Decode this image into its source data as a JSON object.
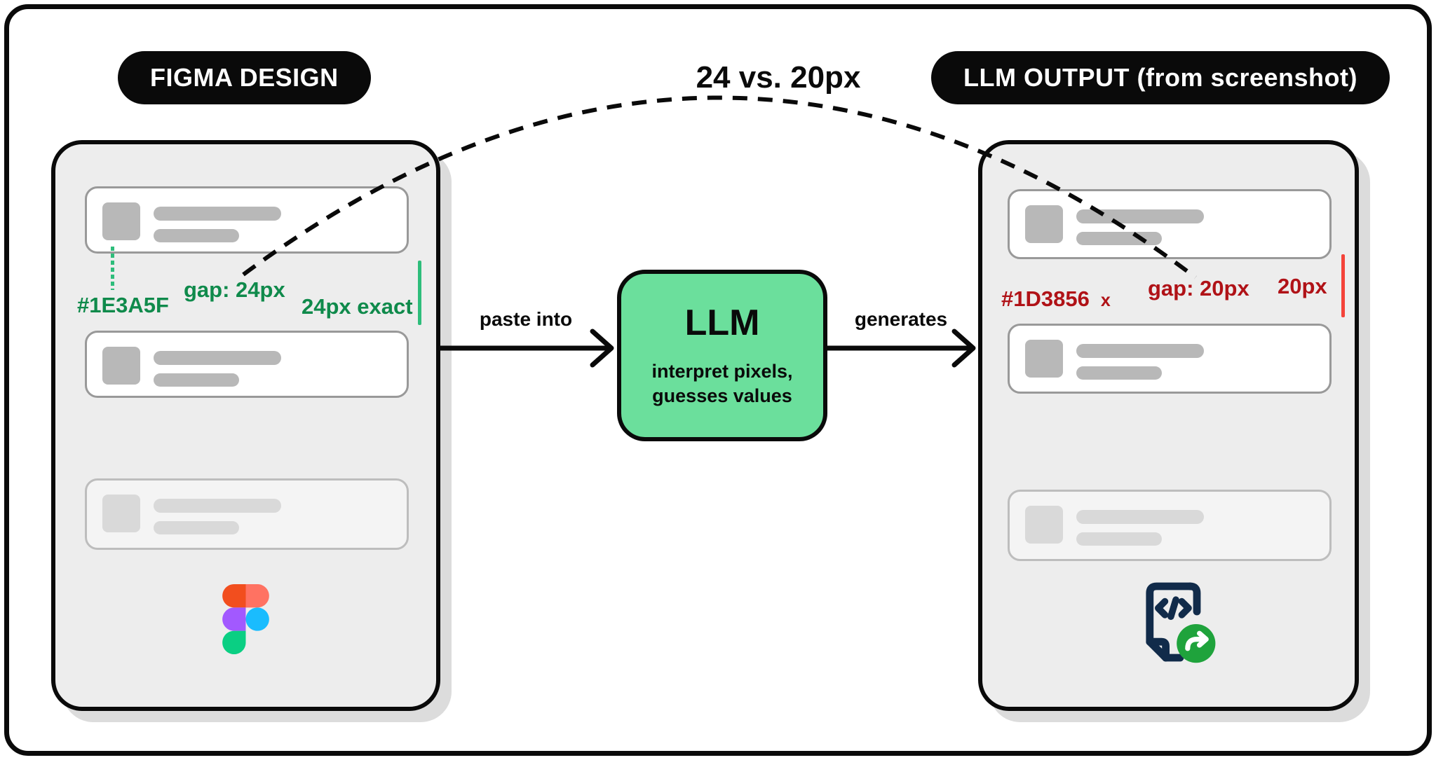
{
  "header": {
    "left_badge": "FIGMA DESIGN",
    "comparison_label": "24 vs. 20px",
    "right_badge": "LLM OUTPUT (from screenshot)"
  },
  "flow": {
    "input_arrow_label": "paste into",
    "output_arrow_label": "generates",
    "llm": {
      "title": "LLM",
      "description_line1": "interpret pixels,",
      "description_line2": "guesses values"
    }
  },
  "figma_panel": {
    "hex_label": "#1E3A5F",
    "gap_label": "gap: 24px",
    "measure_label": "24px exact",
    "accent_text_color": "#0F8A4B",
    "accent_line_color": "#2EBD7B",
    "icon": "figma-logo"
  },
  "llm_panel": {
    "hex_label": "#1D3856",
    "hex_error_mark": "x",
    "gap_label": "gap: 20px",
    "measure_label": "20px",
    "accent_text_color": "#B01217",
    "accent_line_color": "#F4433A",
    "icon": "code-export"
  },
  "theme": {
    "frame_border": "#0A0A0A",
    "panel_bg": "#EDEDED",
    "card_placeholder": "#B8B8B8",
    "llm_box_bg": "#6BDF9C",
    "badge_bg": "#0A0A0A",
    "figma_colors": [
      "#F24E1E",
      "#FF7262",
      "#A259FF",
      "#1ABCFE",
      "#0ACF83"
    ],
    "code_icon_navy": "#112B4A",
    "code_icon_green": "#1FA33C"
  }
}
